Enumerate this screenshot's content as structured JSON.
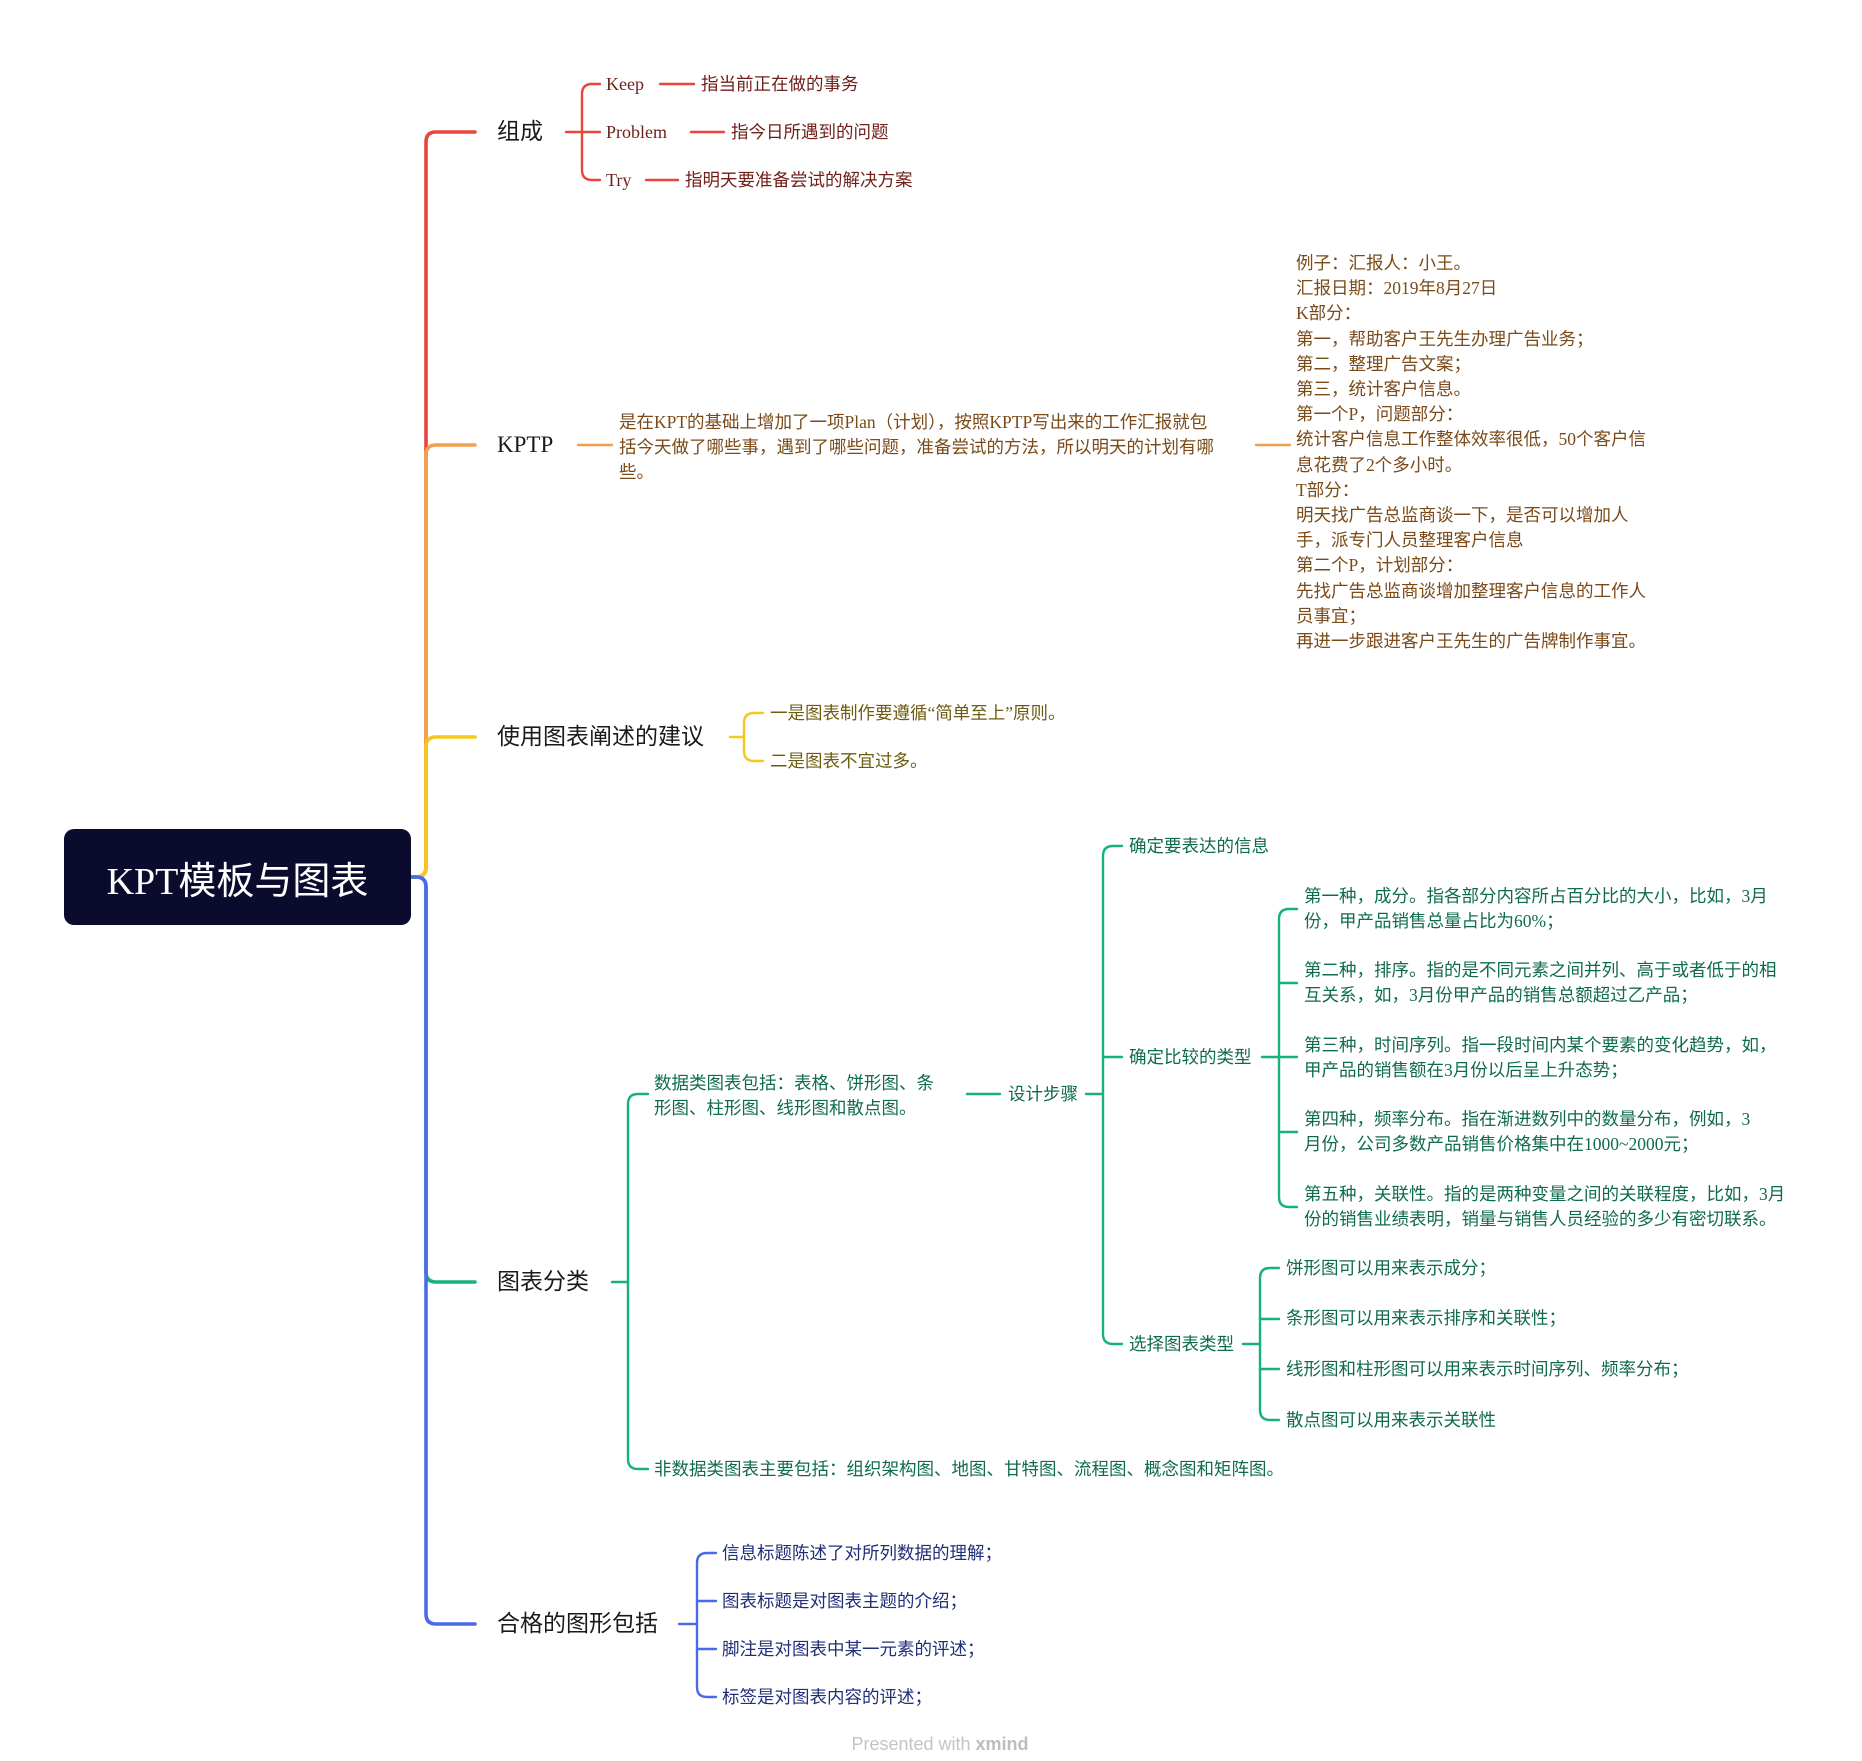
{
  "root": {
    "title": "KPT模板与图表"
  },
  "branches": {
    "composition": {
      "label": "组成",
      "items": [
        {
          "term": "Keep",
          "desc": "指当前正在做的事务"
        },
        {
          "term": "Problem",
          "desc": "指今日所遇到的问题"
        },
        {
          "term": "Try",
          "desc": "指明天要准备尝试的解决方案"
        }
      ]
    },
    "kptp": {
      "label": "KPTP",
      "description_lines": [
        "是在KPT的基础上增加了一项Plan（计划），按照KPTP写出来的工作汇报就包",
        "括今天做了哪些事，遇到了哪些问题，准备尝试的方法，所以明天的计划有哪",
        "些。"
      ],
      "example_lines": [
        "例子：汇报人：小王。",
        "汇报日期：2019年8月27日",
        "K部分：",
        "第一，帮助客户王先生办理广告业务；",
        "第二，整理广告文案；",
        "第三，统计客户信息。",
        "第一个P，问题部分：",
        "统计客户信息工作整体效率很低，50个客户信",
        "息花费了2个多小时。",
        "T部分：",
        "明天找广告总监商谈一下，是否可以增加人",
        "手，派专门人员整理客户信息",
        "第二个P，计划部分：",
        "先找广告总监商谈增加整理客户信息的工作人",
        "员事宜；",
        "再进一步跟进客户王先生的广告牌制作事宜。"
      ]
    },
    "chart_advice": {
      "label": "使用图表阐述的建议",
      "items": [
        "一是图表制作要遵循“简单至上”原则。",
        "二是图表不宜过多。"
      ]
    },
    "chart_classification": {
      "label": "图表分类",
      "data_charts": {
        "lines": [
          "数据类图表包括：表格、饼形图、条",
          "形图、柱形图、线形图和散点图。"
        ],
        "design_steps": {
          "label": "设计步骤",
          "step1": "确定要表达的信息",
          "step2": {
            "label": "确定比较的类型",
            "types": [
              [
                "第一种，成分。指各部分内容所占百分比的大小，比如，3月",
                "份，甲产品销售总量占比为60%；"
              ],
              [
                "第二种，排序。指的是不同元素之间并列、高于或者低于的相",
                "互关系，如，3月份甲产品的销售总额超过乙产品；"
              ],
              [
                "第三种，时间序列。指一段时间内某个要素的变化趋势，如，",
                "甲产品的销售额在3月份以后呈上升态势；"
              ],
              [
                "第四种，频率分布。指在渐进数列中的数量分布，例如，3",
                "月份，公司多数产品销售价格集中在1000~2000元；"
              ],
              [
                "第五种，关联性。指的是两种变量之间的关联程度，比如，3月",
                "份的销售业绩表明，销量与销售人员经验的多少有密切联系。"
              ]
            ]
          },
          "step3": {
            "label": "选择图表类型",
            "options": [
              "饼形图可以用来表示成分；",
              "条形图可以用来表示排序和关联性；",
              "线形图和柱形图可以用来表示时间序列、频率分布；",
              "散点图可以用来表示关联性"
            ]
          }
        }
      },
      "non_data_charts": "非数据类图表主要包括：组织架构图、地图、甘特图、流程图、概念图和矩阵图。"
    },
    "qualified_chart": {
      "label": "合格的图形包括",
      "items": [
        "信息标题陈述了对所列数据的理解；",
        "图表标题是对图表主题的介绍；",
        "脚注是对图表中某一元素的评述；",
        "标签是对图表内容的评述；"
      ]
    }
  },
  "colors": {
    "root-bg": "#0b0b2e",
    "red": "#e8453c",
    "orange": "#f2a04e",
    "yellow": "#f4c81f",
    "green": "#17b277",
    "blue": "#4a6ae8",
    "red-text": "#6e1f1a",
    "orange-text": "#7a4a18",
    "yellow-text": "#6d5c10",
    "green-text": "#0f6b4e",
    "blue-text": "#1f2f78"
  },
  "footer": {
    "prefix": "Presented with",
    "brand": "xmind"
  }
}
